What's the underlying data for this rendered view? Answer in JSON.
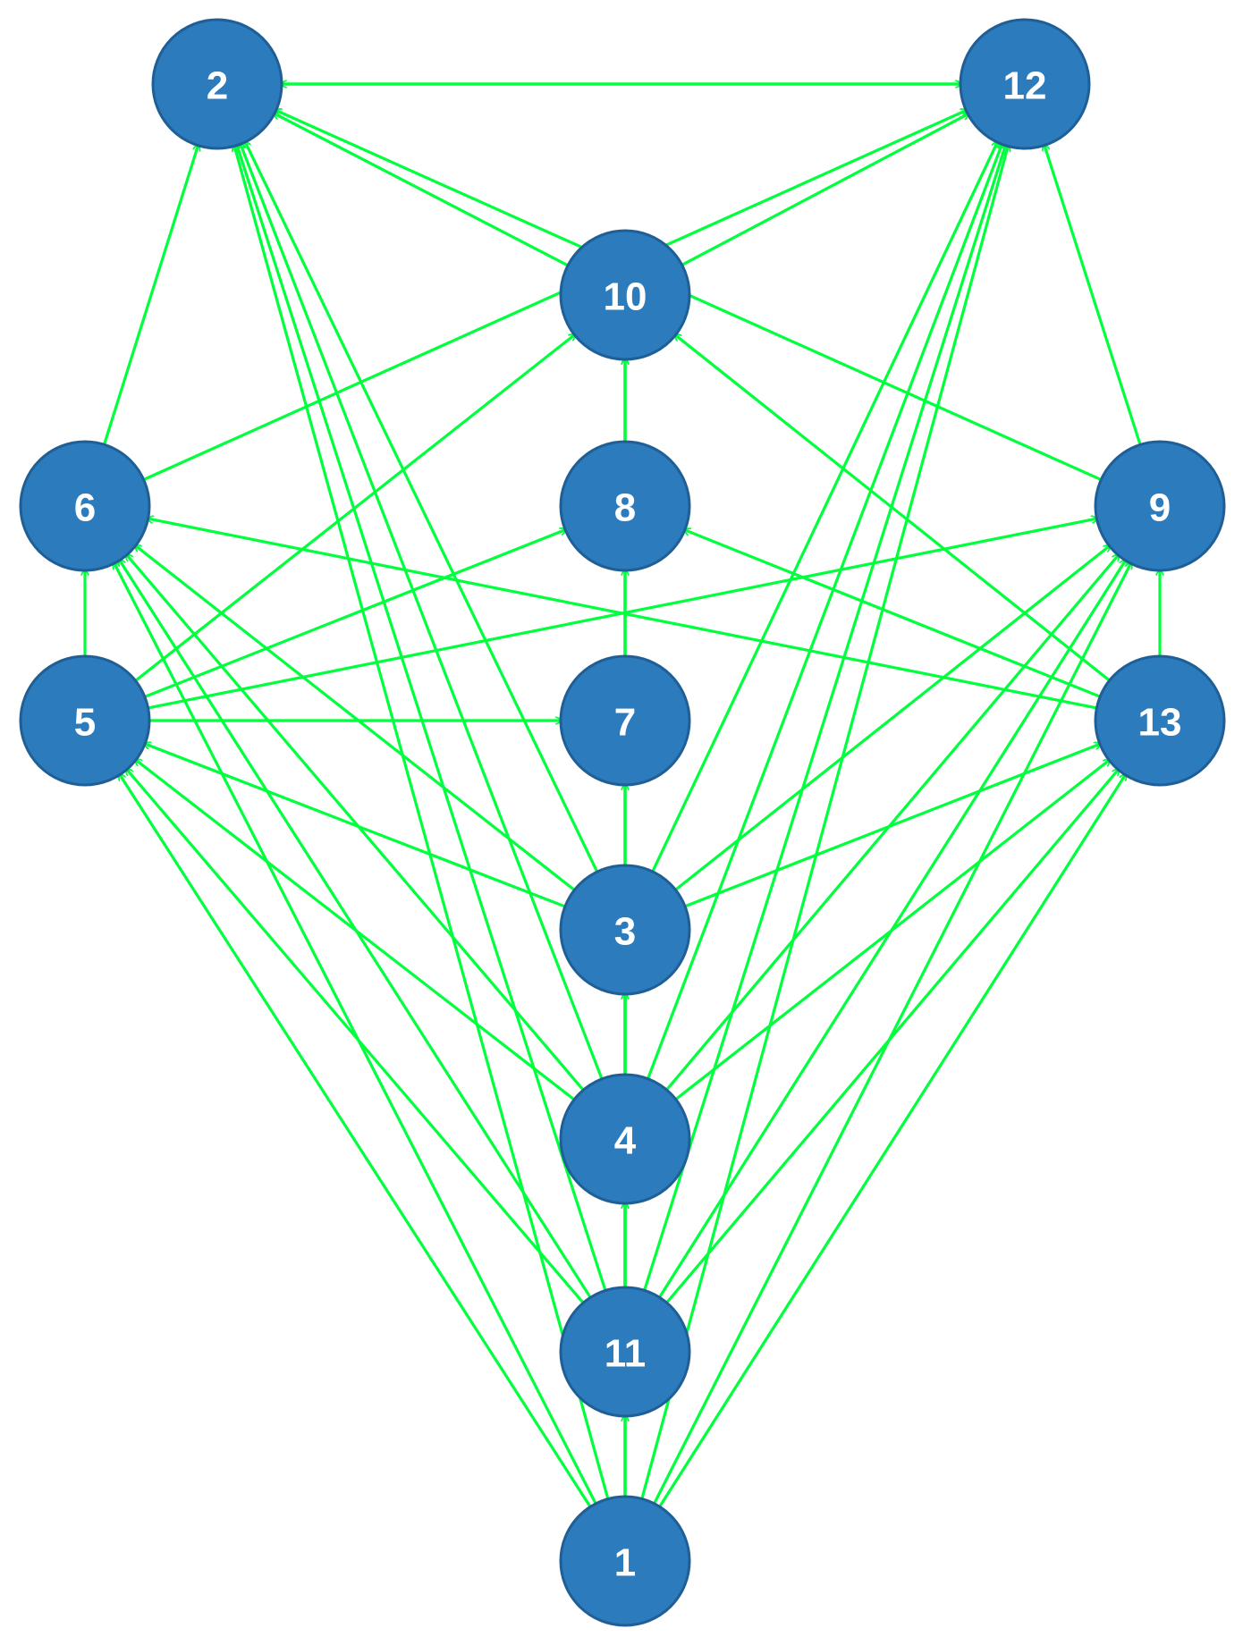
{
  "colors": {
    "edge": "#00ff3c",
    "node_fill": "#2b7bbd",
    "node_stroke": "#1f5f96",
    "label": "#ffffff"
  },
  "nodes": [
    {
      "id": "1",
      "label": "1"
    },
    {
      "id": "2",
      "label": "2"
    },
    {
      "id": "3",
      "label": "3"
    },
    {
      "id": "4",
      "label": "4"
    },
    {
      "id": "5",
      "label": "5"
    },
    {
      "id": "6",
      "label": "6"
    },
    {
      "id": "7",
      "label": "7"
    },
    {
      "id": "8",
      "label": "8"
    },
    {
      "id": "9",
      "label": "9"
    },
    {
      "id": "10",
      "label": "10"
    },
    {
      "id": "11",
      "label": "11"
    },
    {
      "id": "12",
      "label": "12"
    },
    {
      "id": "13",
      "label": "13"
    }
  ],
  "edges": [
    {
      "from": "1",
      "to": "11"
    },
    {
      "from": "1",
      "to": "4"
    },
    {
      "from": "1",
      "to": "3"
    },
    {
      "from": "1",
      "to": "5"
    },
    {
      "from": "1",
      "to": "13"
    },
    {
      "from": "1",
      "to": "6"
    },
    {
      "from": "1",
      "to": "9"
    },
    {
      "from": "1",
      "to": "2"
    },
    {
      "from": "1",
      "to": "12"
    },
    {
      "from": "1",
      "to": "10"
    },
    {
      "from": "11",
      "to": "4"
    },
    {
      "from": "11",
      "to": "3"
    },
    {
      "from": "11",
      "to": "5"
    },
    {
      "from": "11",
      "to": "13"
    },
    {
      "from": "11",
      "to": "6"
    },
    {
      "from": "11",
      "to": "9"
    },
    {
      "from": "11",
      "to": "2"
    },
    {
      "from": "11",
      "to": "12"
    },
    {
      "from": "11",
      "to": "10"
    },
    {
      "from": "4",
      "to": "3"
    },
    {
      "from": "4",
      "to": "5"
    },
    {
      "from": "4",
      "to": "13"
    },
    {
      "from": "4",
      "to": "6"
    },
    {
      "from": "4",
      "to": "9"
    },
    {
      "from": "4",
      "to": "2"
    },
    {
      "from": "4",
      "to": "12"
    },
    {
      "from": "4",
      "to": "10"
    },
    {
      "from": "3",
      "to": "7"
    },
    {
      "from": "3",
      "to": "5"
    },
    {
      "from": "3",
      "to": "13"
    },
    {
      "from": "3",
      "to": "6"
    },
    {
      "from": "3",
      "to": "9"
    },
    {
      "from": "3",
      "to": "2"
    },
    {
      "from": "3",
      "to": "12"
    },
    {
      "from": "5",
      "to": "6"
    },
    {
      "from": "5",
      "to": "9"
    },
    {
      "from": "5",
      "to": "8"
    },
    {
      "from": "5",
      "to": "7"
    },
    {
      "from": "5",
      "to": "10"
    },
    {
      "from": "13",
      "to": "6"
    },
    {
      "from": "13",
      "to": "9"
    },
    {
      "from": "13",
      "to": "8"
    },
    {
      "from": "13",
      "to": "10"
    },
    {
      "from": "7",
      "to": "8"
    },
    {
      "from": "8",
      "to": "10"
    },
    {
      "from": "6",
      "to": "2"
    },
    {
      "from": "6",
      "to": "12"
    },
    {
      "from": "9",
      "to": "2"
    },
    {
      "from": "9",
      "to": "12"
    },
    {
      "from": "10",
      "to": "2"
    },
    {
      "from": "10",
      "to": "12"
    },
    {
      "from": "2",
      "to": "12"
    },
    {
      "from": "12",
      "to": "2"
    }
  ]
}
